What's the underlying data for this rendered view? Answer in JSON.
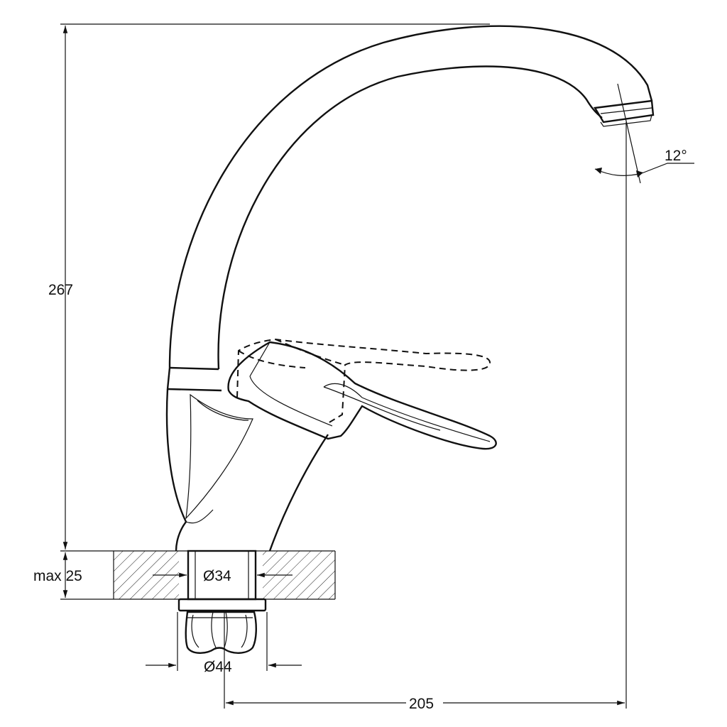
{
  "drawing": {
    "dimensions": {
      "height_label": "267",
      "reach_label": "205",
      "max_thickness_label": "max 25",
      "mount_hole_label": "Ø34",
      "base_diameter_label": "Ø44",
      "spout_angle_label": "12°"
    },
    "colors": {
      "line": "#111111",
      "background": "#ffffff"
    }
  }
}
